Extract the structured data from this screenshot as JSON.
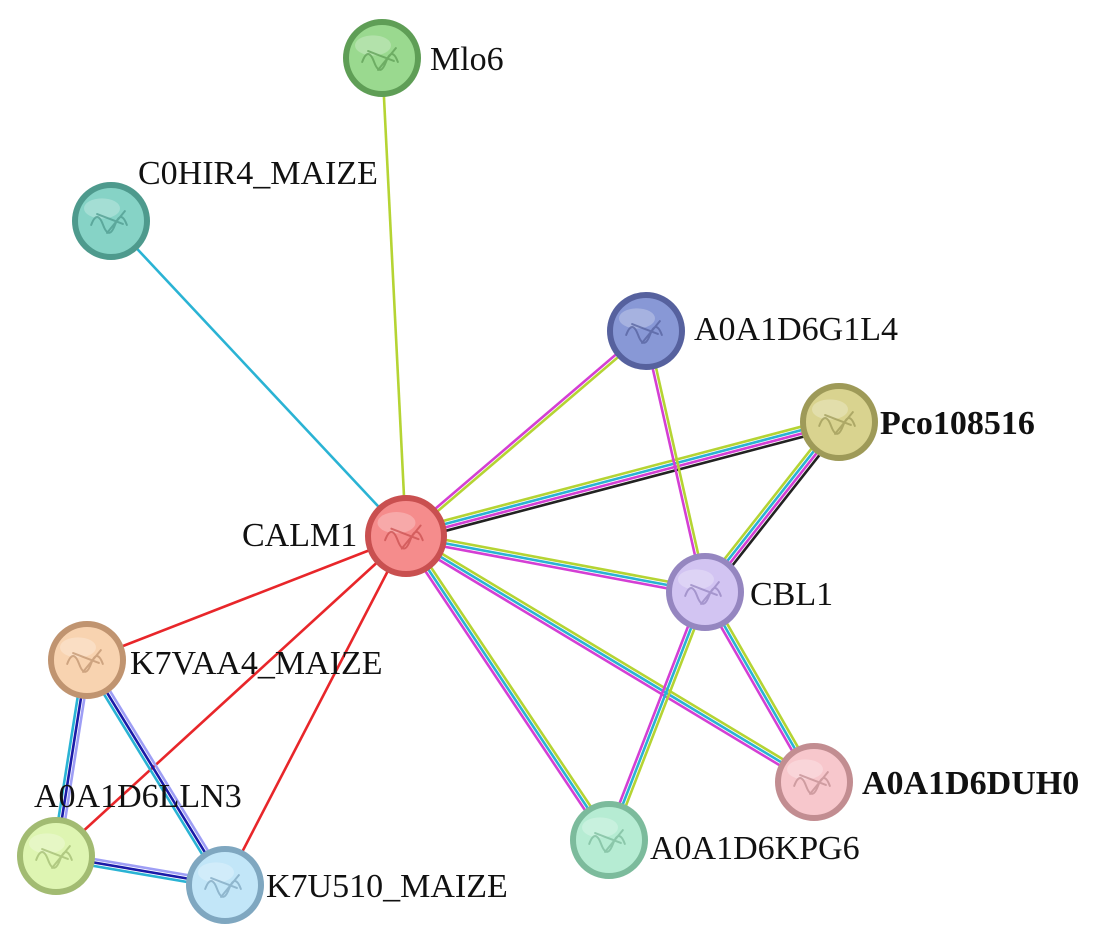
{
  "nodes": [
    {
      "id": "mlo6",
      "label": "Mlo6",
      "fill": "#9ad98f",
      "stroke": "#5f9e56",
      "bold": false
    },
    {
      "id": "c0hir4",
      "label": "C0HIR4_MAIZE",
      "fill": "#86d3c6",
      "stroke": "#4e9a8d",
      "bold": false
    },
    {
      "id": "g1l4",
      "label": "A0A1D6G1L4",
      "fill": "#8898d6",
      "stroke": "#56619e",
      "bold": false
    },
    {
      "id": "pco",
      "label": "Pco108516",
      "fill": "#d9d38f",
      "stroke": "#9e9a58",
      "bold": true
    },
    {
      "id": "calm1",
      "label": "CALM1",
      "fill": "#f58c8c",
      "stroke": "#c95050",
      "bold": false
    },
    {
      "id": "cbl1",
      "label": "CBL1",
      "fill": "#d2c4f2",
      "stroke": "#9586c0",
      "bold": false
    },
    {
      "id": "k7vaa4",
      "label": "K7VAA4_MAIZE",
      "fill": "#f8d3b0",
      "stroke": "#c09470",
      "bold": false
    },
    {
      "id": "duh0",
      "label": "A0A1D6DUH0",
      "fill": "#f7c7cc",
      "stroke": "#c28d91",
      "bold": true
    },
    {
      "id": "lln3",
      "label": "A0A1D6LLN3",
      "fill": "#def5b2",
      "stroke": "#a2bb72",
      "bold": false
    },
    {
      "id": "kpg6",
      "label": "A0A1D6KPG6",
      "fill": "#b6ecd3",
      "stroke": "#7cbb9c",
      "bold": false
    },
    {
      "id": "k7u510",
      "label": "K7U510_MAIZE",
      "fill": "#c2e6f8",
      "stroke": "#7fa7c0",
      "bold": false
    }
  ],
  "edges": [
    {
      "from": "mlo6",
      "to": "calm1",
      "colors": [
        "#b5d433"
      ]
    },
    {
      "from": "c0hir4",
      "to": "calm1",
      "colors": [
        "#2ab3d4"
      ]
    },
    {
      "from": "g1l4",
      "to": "calm1",
      "colors": [
        "#b5d433",
        "#d43fd4"
      ]
    },
    {
      "from": "pco",
      "to": "calm1",
      "colors": [
        "#222222",
        "#d43fd4",
        "#2ab3d4",
        "#b5d433"
      ]
    },
    {
      "from": "calm1",
      "to": "cbl1",
      "colors": [
        "#b5d433",
        "#2ab3d4",
        "#d43fd4"
      ]
    },
    {
      "from": "calm1",
      "to": "duh0",
      "colors": [
        "#b5d433",
        "#2ab3d4",
        "#d43fd4"
      ]
    },
    {
      "from": "calm1",
      "to": "kpg6",
      "colors": [
        "#b5d433",
        "#2ab3d4",
        "#d43fd4"
      ]
    },
    {
      "from": "calm1",
      "to": "k7vaa4",
      "colors": [
        "#e8262a"
      ]
    },
    {
      "from": "calm1",
      "to": "lln3",
      "colors": [
        "#e8262a"
      ]
    },
    {
      "from": "calm1",
      "to": "k7u510",
      "colors": [
        "#e8262a"
      ]
    },
    {
      "from": "g1l4",
      "to": "cbl1",
      "colors": [
        "#b5d433",
        "#d43fd4"
      ]
    },
    {
      "from": "pco",
      "to": "cbl1",
      "colors": [
        "#222222",
        "#d43fd4",
        "#2ab3d4",
        "#b5d433"
      ]
    },
    {
      "from": "cbl1",
      "to": "kpg6",
      "colors": [
        "#b5d433",
        "#2ab3d4",
        "#d43fd4"
      ]
    },
    {
      "from": "cbl1",
      "to": "duh0",
      "colors": [
        "#b5d433",
        "#2ab3d4",
        "#d43fd4"
      ]
    },
    {
      "from": "k7vaa4",
      "to": "lln3",
      "colors": [
        "#9e9ef5",
        "#1a1aa8",
        "#2ab3d4"
      ]
    },
    {
      "from": "k7vaa4",
      "to": "k7u510",
      "colors": [
        "#9e9ef5",
        "#1a1aa8",
        "#2ab3d4"
      ]
    },
    {
      "from": "lln3",
      "to": "k7u510",
      "colors": [
        "#9e9ef5",
        "#1a1aa8",
        "#2ab3d4"
      ]
    }
  ]
}
